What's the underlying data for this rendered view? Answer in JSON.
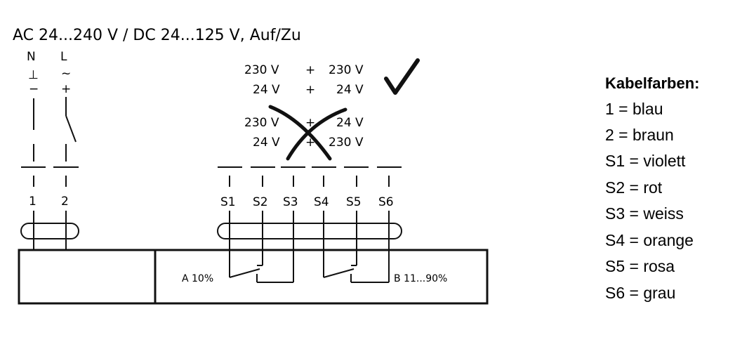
{
  "title": "AC 24...240 V / DC 24...125 V, Auf/Zu",
  "supply": {
    "n_label": "N",
    "l_label": "L",
    "n_symbol": "⊥",
    "n_polarity": "−",
    "l_symbol": "~",
    "l_polarity": "+"
  },
  "compat": {
    "ok_row1_left": "230 V",
    "ok_row1_op": "+",
    "ok_row1_right": "230 V",
    "ok_row2_left": "24 V",
    "ok_row2_op": "+",
    "ok_row2_right": "24 V",
    "bad_row1_left": "230 V",
    "bad_row1_op": "+",
    "bad_row1_right": "24 V",
    "bad_row2_left": "24 V",
    "bad_row2_op": "+",
    "bad_row2_right": "230 V",
    "ok_mark": "check-mark-icon",
    "bad_mark": "cross-mark-icon"
  },
  "terminals": {
    "power": [
      "1",
      "2"
    ],
    "switches": [
      "S1",
      "S2",
      "S3",
      "S4",
      "S5",
      "S6"
    ]
  },
  "actuator": {
    "switch_a": "A 10%",
    "switch_b": "B 11...90%"
  },
  "legend": {
    "title": "Kabelfarben:",
    "items": [
      "1 = blau",
      "2 = braun",
      "S1 = violett",
      "S2 = rot",
      "S3 = weiss",
      "S4 = orange",
      "S5 = rosa",
      "S6 = grau"
    ]
  }
}
